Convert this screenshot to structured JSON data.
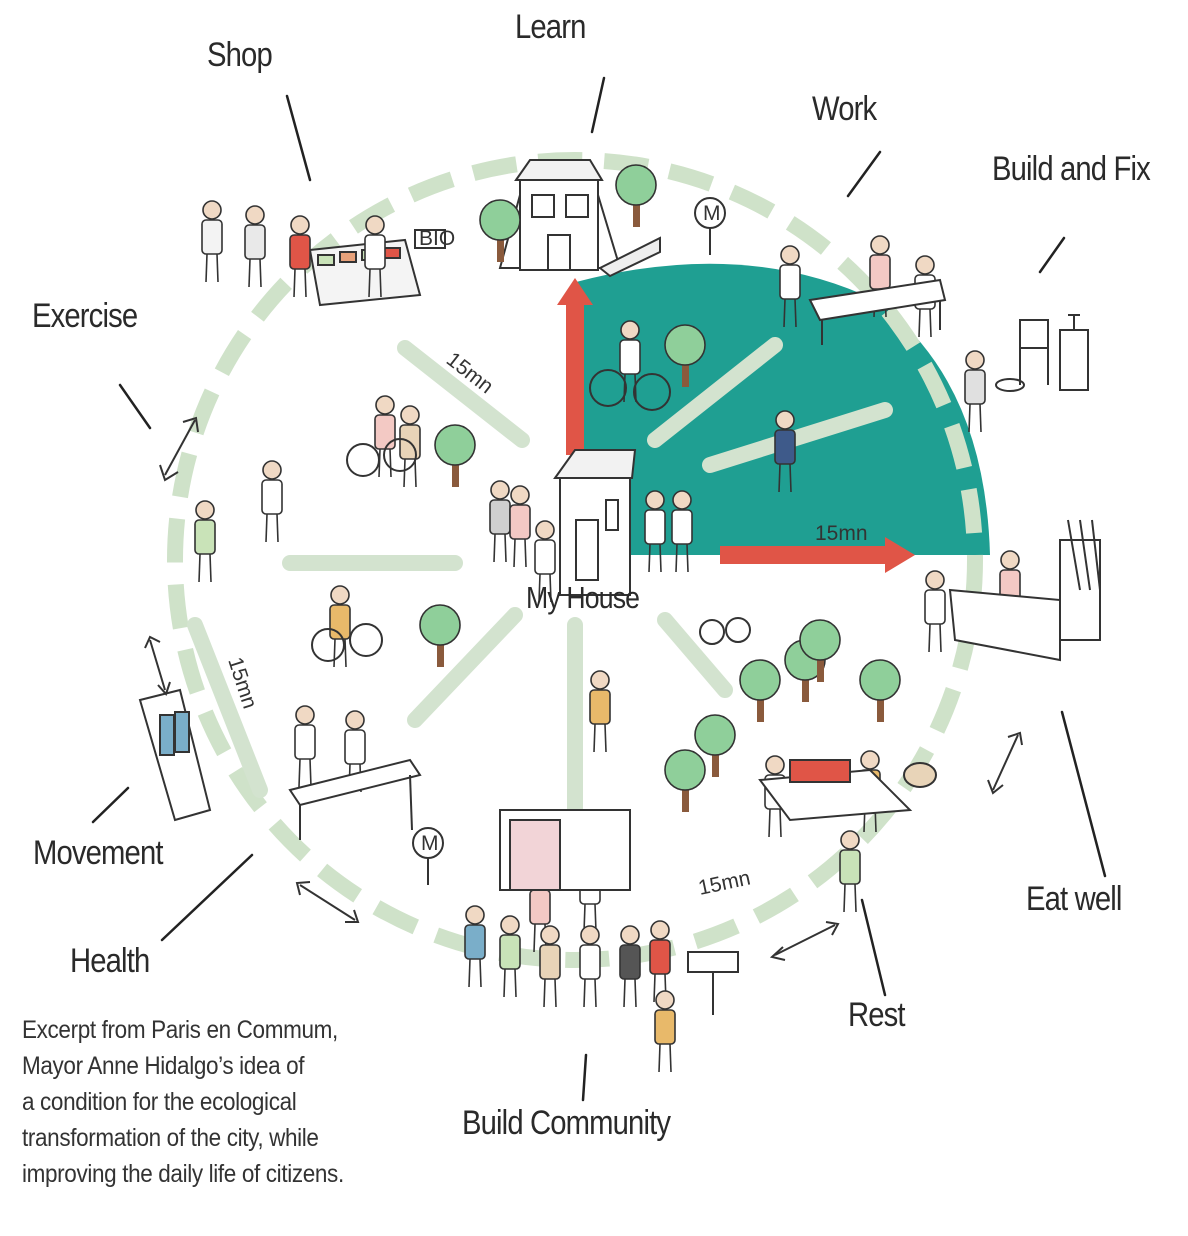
{
  "center_label": "My House",
  "activities": {
    "learn": "Learn",
    "shop": "Shop",
    "work": "Work",
    "build_fix": "Build and Fix",
    "exercise": "Exercise",
    "movement": "Movement",
    "health": "Health",
    "build_community": "Build Community",
    "rest": "Rest",
    "eat_well": "Eat well"
  },
  "time_labels": {
    "upper_left": "15mn",
    "right": "15mn",
    "left": "15mn",
    "bottom": "15mn"
  },
  "sign_letter": "M",
  "stall_sign": "BIO",
  "caption_lines": [
    "Excerpt from Paris en Commum,",
    "Mayor Anne Hidalgo’s idea of",
    "a condition for the ecological",
    "transformation of the city, while",
    "improving the daily life of citizens."
  ],
  "colors": {
    "accent_teal": "#1f9f92",
    "arrow_red": "#e05547",
    "path_green": "#cfe2c9"
  }
}
